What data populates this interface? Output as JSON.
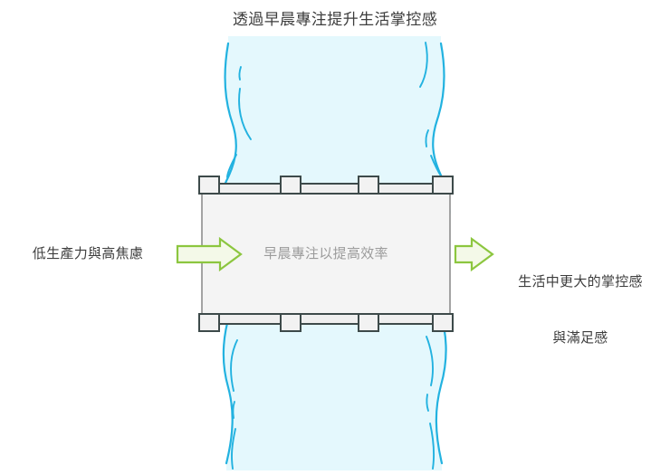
{
  "diagram": {
    "type": "bridge-metaphor-diagram",
    "title": "透過早晨專注提升生活掌控感",
    "left_label": "低生產力與高焦慮",
    "center_label": "早晨專注以提高效率",
    "right_label_line1": "生活中更大的掌控感",
    "right_label_line2": "與滿足感",
    "icons": {
      "left_arrow": "right-pointing-arrow-icon",
      "right_arrow": "right-pointing-arrow-icon",
      "river": "river-water-icon",
      "bridge": "bridge-icon"
    },
    "colors": {
      "title_text": "#3d3d3d",
      "label_text": "#3d3d3d",
      "center_text": "#9b9b9b",
      "arrow_stroke": "#8cc63f",
      "arrow_fill": "#f4f9e8",
      "river_stroke": "#22b2e0",
      "river_fill": "#e4f8fd",
      "bridge_stroke": "#3d4a4a",
      "bridge_fill": "#f4f4f4",
      "bridge_deck_fill": "#efefef",
      "background": "#ffffff"
    }
  }
}
